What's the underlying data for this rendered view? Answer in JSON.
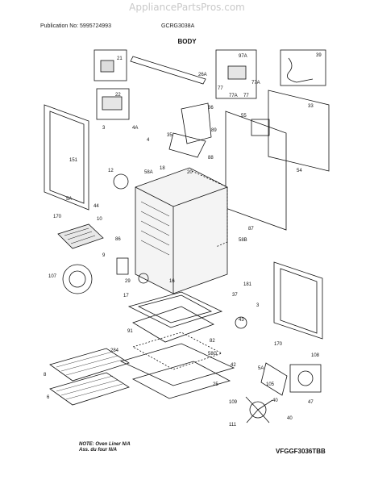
{
  "header": {
    "site": "AppliancePartsPros.com",
    "publication": "Publication No: 5995724993",
    "model": "GCRG3038A",
    "section": "BODY"
  },
  "note": {
    "line1": "NOTE: Oven Liner N/A",
    "line2": "Ass. du four N/A"
  },
  "diagram_code": "VFGGF3036TBB",
  "callouts": {
    "c21": "21",
    "c26a": "26A",
    "c97a": "97A",
    "c39": "39",
    "c22": "22",
    "c77": "77",
    "c77a": "77A",
    "c77a2": "77A",
    "c77b": "77",
    "c33": "33",
    "c3": "3",
    "c36": "36",
    "c55": "55",
    "c4a": "4A",
    "c35": "35",
    "c89": "89",
    "c4": "4",
    "c88": "88",
    "c151": "151",
    "c54": "54",
    "c12": "12",
    "c58a": "58A",
    "c18": "18",
    "c20": "20",
    "c5a": "5A",
    "c44": "44",
    "c87": "87",
    "c58b": "58B",
    "c170": "170",
    "c10": "10",
    "c86": "86",
    "c9": "9",
    "c107": "107",
    "c29": "29",
    "c16": "16",
    "c181": "181",
    "c37": "37",
    "c3b": "3",
    "c43": "43",
    "c17": "17",
    "c91": "91",
    "c82": "82",
    "c284": "284",
    "c58g": "58G",
    "c42": "42",
    "c170b": "170",
    "c108": "108",
    "c5ab": "5A",
    "c8": "8",
    "c6": "6",
    "c25": "25",
    "c105": "105",
    "c109": "109",
    "c111": "111",
    "c40": "40",
    "c47": "47",
    "c40b": "40"
  }
}
